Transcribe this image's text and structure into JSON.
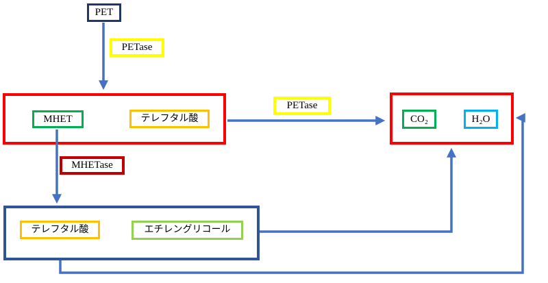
{
  "diagram": {
    "description": "PET enzymatic degradation pathway",
    "nodes": {
      "pet": "PET",
      "petase_top": "PETase",
      "mhet": "MHET",
      "terephthalic_acid_mid": "テレフタル酸",
      "petase_right": "PETase",
      "co2": "CO₂",
      "h2o": "H₂O",
      "mhetase": "MHETase",
      "terephthalic_acid_bottom": "テレフタル酸",
      "ethylene_glycol": "エチレングリコール"
    },
    "colors": {
      "arrow_blue": "#4472c4",
      "container_red": "#ff0000",
      "container_navy": "#2e5597",
      "pet_navy": "#1f3864",
      "petase_yellow": "#ffff00",
      "green": "#00b050",
      "orange": "#ffc000",
      "cyan": "#00b0f0",
      "mhetase_dark_red": "#c00000",
      "light_green": "#92d050"
    }
  }
}
